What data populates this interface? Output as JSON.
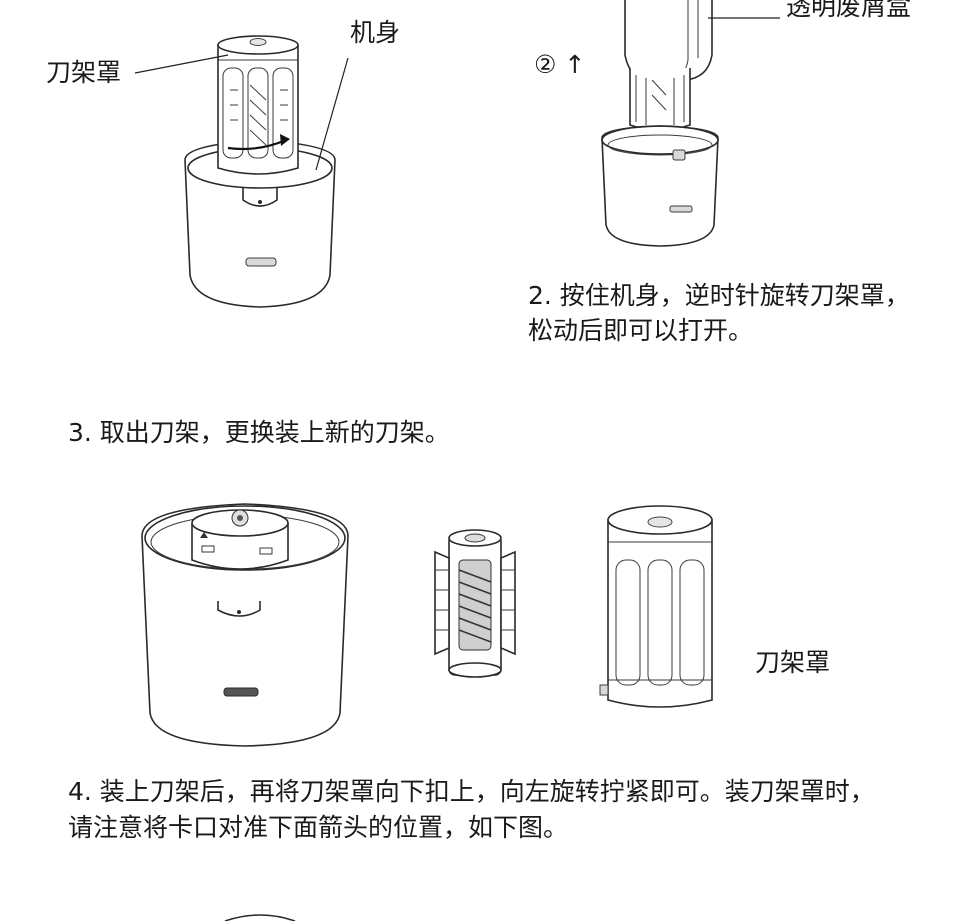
{
  "callouts": {
    "blade_cover_top": "刀架罩",
    "body": "机身",
    "waste_box": "透明废屑盒",
    "step_marker": "② ↑",
    "blade_cover_bottom": "刀架罩"
  },
  "steps": {
    "step2_line1": "2. 按住机身，逆时针旋转刀架罩，",
    "step2_line2": "松动后即可以打开。",
    "step3": "3. 取出刀架，更换装上新的刀架。",
    "step4_line1": "4. 装上刀架后，再将刀架罩向下扣上，向左旋转拧紧即可。装刀架罩时，",
    "step4_line2": "请注意将卡口对准下面箭头的位置，如下图。"
  }
}
